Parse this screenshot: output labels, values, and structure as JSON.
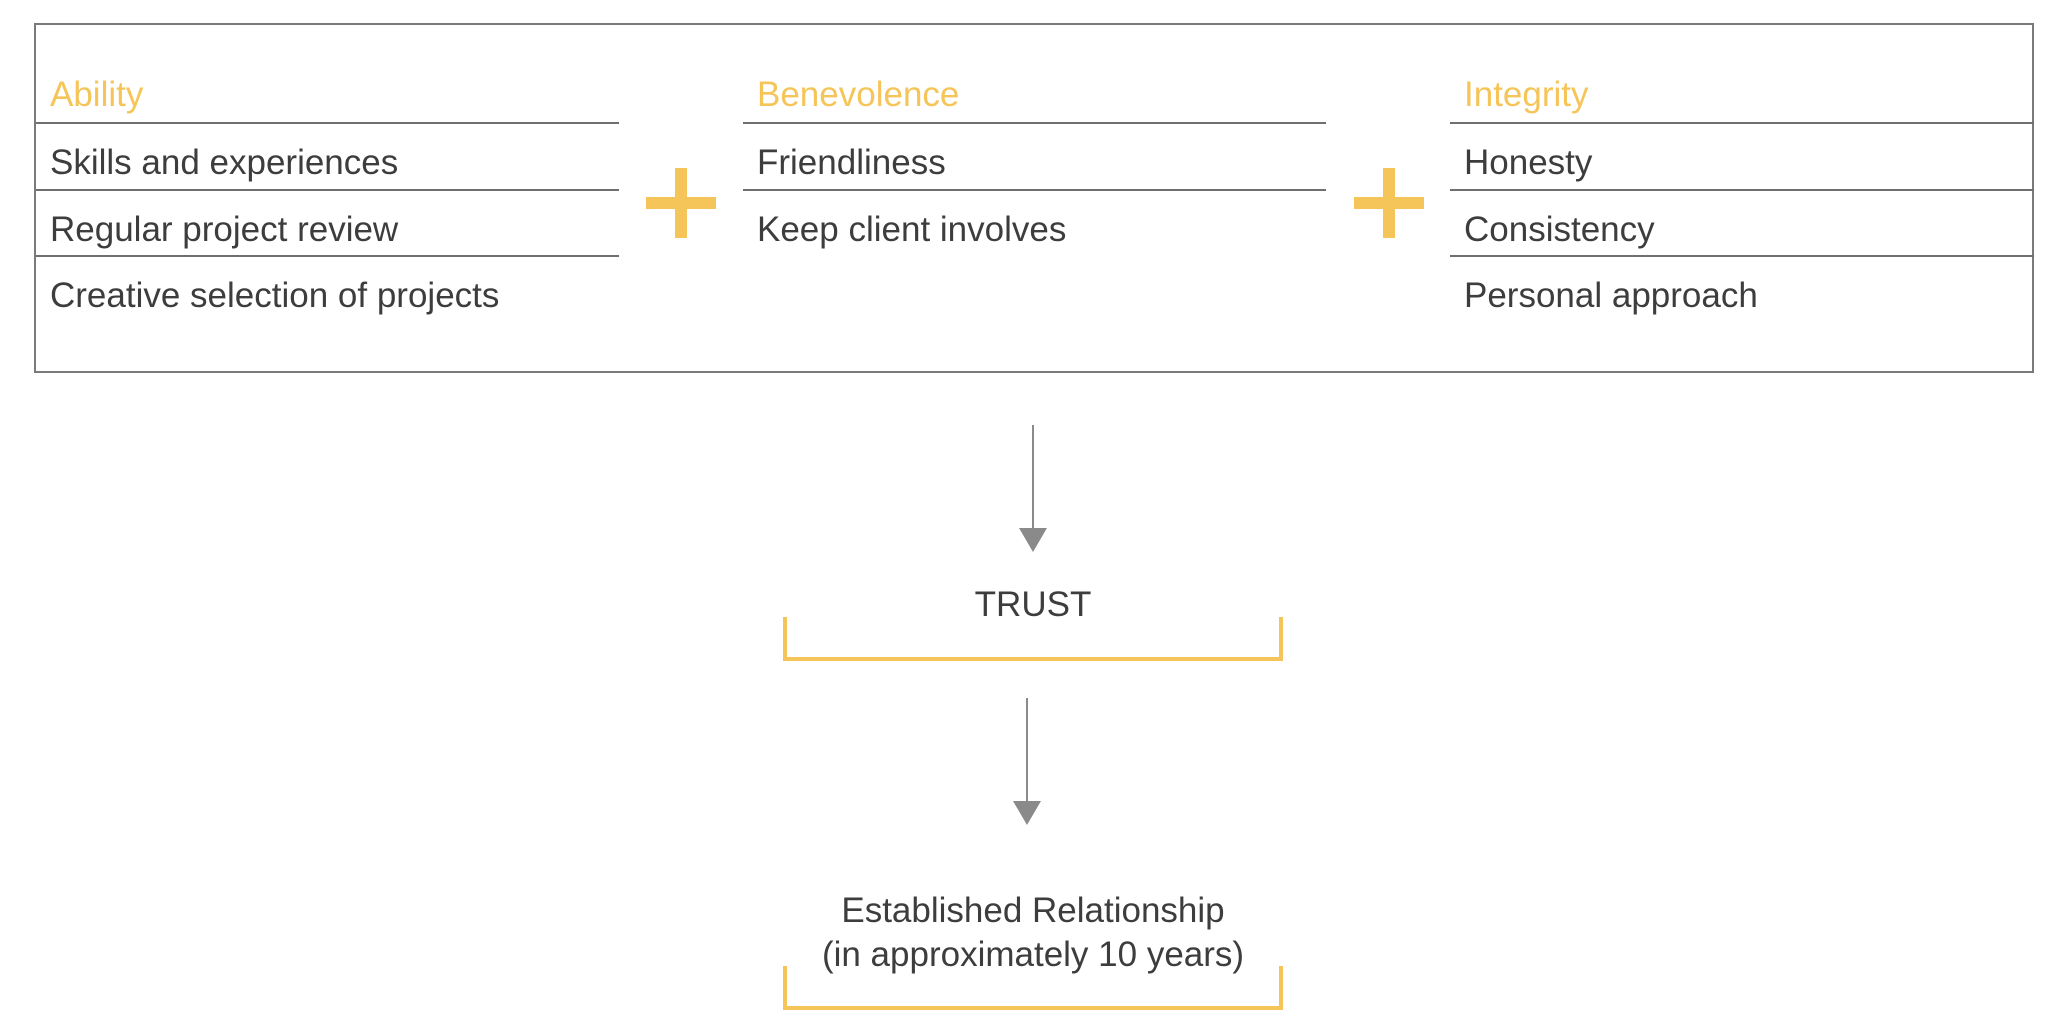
{
  "columns": [
    {
      "header": "Ability",
      "items": [
        "Skills and experiences",
        "Regular project review",
        "Creative selection of projects"
      ]
    },
    {
      "header": "Benevolence",
      "items": [
        "Friendliness",
        "Keep client involves"
      ]
    },
    {
      "header": "Integrity",
      "items": [
        "Honesty",
        "Consistency",
        "Personal approach"
      ]
    }
  ],
  "trust": {
    "label": "TRUST"
  },
  "relationship": {
    "line1": "Established Relationship",
    "line2": "(in approximately 10 years)"
  },
  "colors": {
    "accent": "#f6c55a",
    "text": "#3d3d3d",
    "line": "#6f6f6f",
    "arrow": "#8a8a8a"
  }
}
